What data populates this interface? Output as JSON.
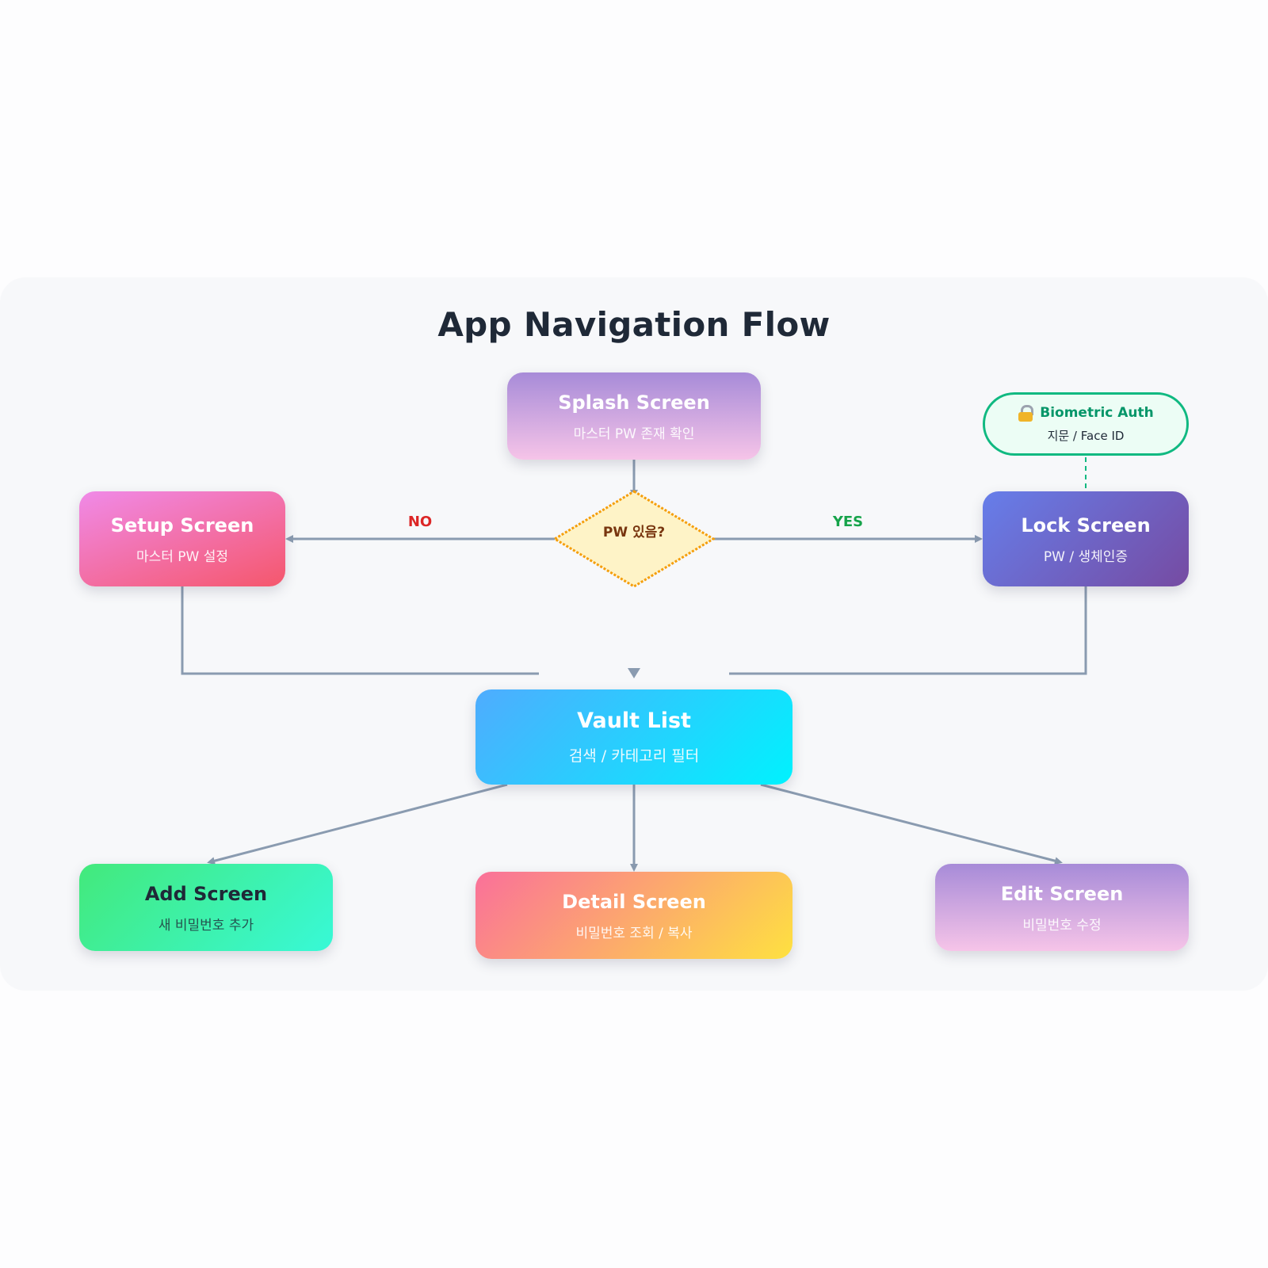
{
  "title": "App Navigation Flow",
  "nodes": {
    "splash": {
      "title": "Splash Screen",
      "subtitle": "마스터 PW 존재 확인"
    },
    "decision": {
      "label": "PW 있음?"
    },
    "setup": {
      "title": "Setup Screen",
      "subtitle": "마스터 PW 설정"
    },
    "lock": {
      "title": "Lock Screen",
      "subtitle": "PW / 생체인증"
    },
    "biometric": {
      "title": "Biometric Auth",
      "subtitle": "지문 / Face ID",
      "icon": "lock-key-icon"
    },
    "vault": {
      "title": "Vault List",
      "subtitle": "검색 / 카테고리 필터"
    },
    "add": {
      "title": "Add Screen",
      "subtitle": "새 비밀번호 추가"
    },
    "detail": {
      "title": "Detail Screen",
      "subtitle": "비밀번호 조회 / 복사"
    },
    "edit": {
      "title": "Edit Screen",
      "subtitle": "비밀번호 수정"
    }
  },
  "edges": {
    "no_label": "NO",
    "yes_label": "YES"
  },
  "colors": {
    "connector": "#8a9bb0",
    "no": "#dc2626",
    "yes": "#16a34a",
    "biometric_border": "#10b981",
    "decision_fill": "#fef3c7",
    "decision_border": "#f59e0b"
  }
}
